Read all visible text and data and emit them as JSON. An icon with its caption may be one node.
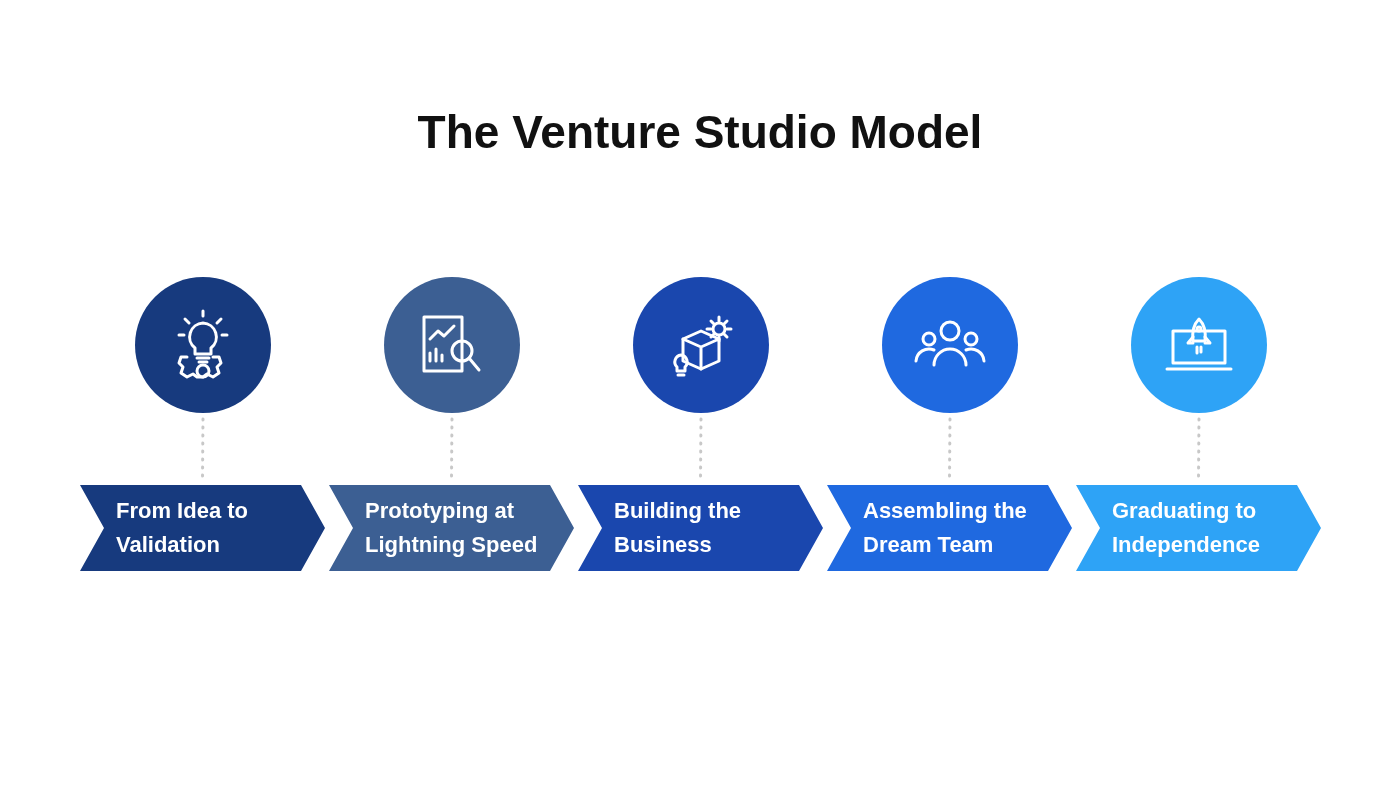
{
  "diagram": {
    "title": "The Venture Studio Model",
    "nodes": [
      {
        "text": [],
        "shape": "circle"
      },
      {
        "text": [],
        "shape": "circle"
      },
      {
        "text": [],
        "shape": "circle"
      },
      {
        "text": [],
        "shape": "circle"
      },
      {
        "text": [],
        "shape": "circle"
      },
      {
        "text": [
          "From Idea to Validation"
        ]
      },
      {
        "text": [
          "Prototyping at Lightning Speed"
        ]
      },
      {
        "text": [
          "Building the Business"
        ]
      },
      {
        "text": [
          "Assembling the Dream Team"
        ]
      },
      {
        "text": [
          "Graduating to Independence"
        ]
      }
    ],
    "edges": [
      {
        "from": 0,
        "to": 5,
        "arrow": "none",
        "style": "dashed"
      },
      {
        "from": 1,
        "to": 6,
        "arrow": "none",
        "style": "dashed"
      },
      {
        "from": 2,
        "to": 7,
        "arrow": "none",
        "style": "dashed"
      },
      {
        "from": 3,
        "to": 8,
        "arrow": "none",
        "style": "dashed"
      },
      {
        "from": 4,
        "to": 9,
        "arrow": "none",
        "style": "dashed"
      }
    ]
  }
}
